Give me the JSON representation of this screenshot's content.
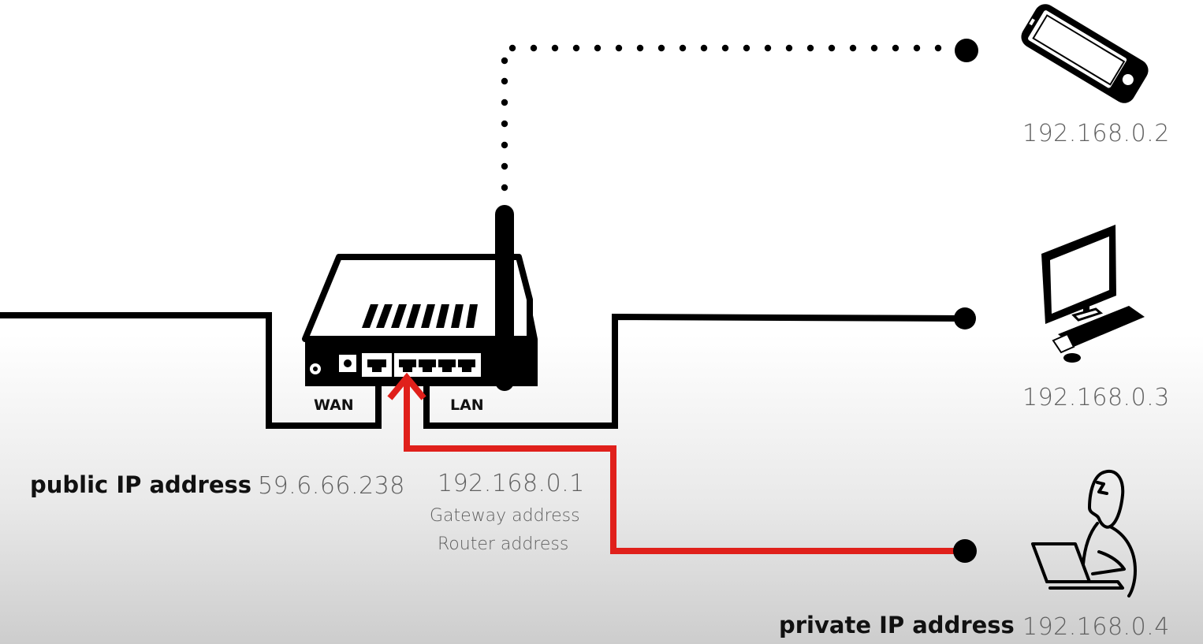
{
  "router": {
    "wan_label": "WAN",
    "lan_label": "LAN"
  },
  "devices": {
    "phone": {
      "ip": "192.168.0.2",
      "icon": "smartphone-icon"
    },
    "desktop": {
      "ip": "192.168.0.3",
      "icon": "desktop-computer-icon"
    },
    "laptop_user": {
      "ip": "192.168.0.4",
      "icon": "person-with-laptop-icon"
    }
  },
  "public": {
    "label": "public IP address",
    "ip": "59.6.66.238"
  },
  "gateway": {
    "ip": "192.168.0.1",
    "line1": "Gateway address",
    "line2": "Router address"
  },
  "private": {
    "label": "private IP address"
  },
  "colors": {
    "line": "#000000",
    "highlight": "#e0201b",
    "text_light": "#5f5f5f"
  }
}
